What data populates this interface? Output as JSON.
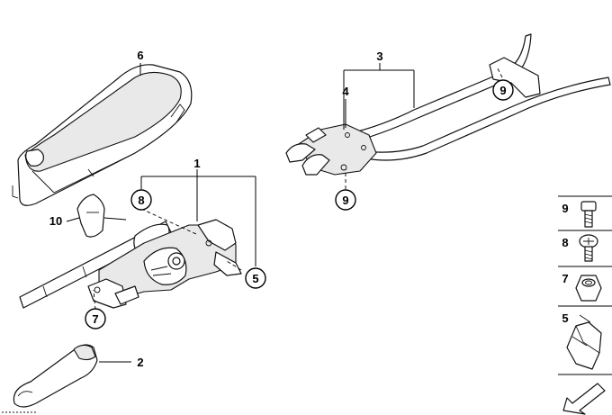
{
  "callouts": {
    "c1": "1",
    "c2": "2",
    "c3": "3",
    "c4": "4",
    "c5": "5",
    "c6": "6",
    "c7": "7",
    "c8": "8",
    "c9a": "9",
    "c9b": "9",
    "c10": "10"
  },
  "legend": {
    "items": [
      {
        "number": "9",
        "icon": "bolt-icon"
      },
      {
        "number": "8",
        "icon": "phillips-screw-icon"
      },
      {
        "number": "7",
        "icon": "hex-nut-icon"
      },
      {
        "number": "5",
        "icon": "spring-clip-icon"
      }
    ],
    "footer_icon": "arrow-icon"
  }
}
